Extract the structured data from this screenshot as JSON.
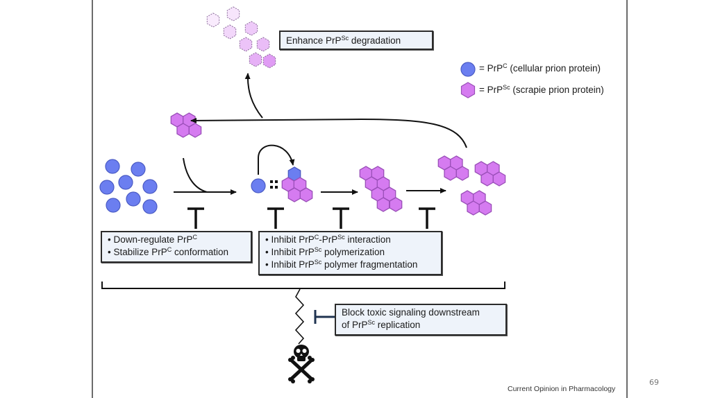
{
  "slide": {
    "page_number": "69",
    "credit": "Current Opinion in Pharmacology"
  },
  "legend": {
    "prpc": {
      "icon": "blue-circle-icon",
      "prefix": "= PrP",
      "sup": "C",
      "suffix": " (cellular prion protein)",
      "color": "#6b7ef0"
    },
    "prpsc": {
      "icon": "pink-hexagon-icon",
      "prefix": "= PrP",
      "sup": "Sc",
      "suffix": " (scrapie prion protein)",
      "color": "#d57bf0"
    }
  },
  "boxes": {
    "degradation": {
      "prefix": "Enhance PrP",
      "sup": "Sc",
      "suffix": " degradation"
    },
    "prpc_targets": {
      "line1": {
        "prefix": "• Down-regulate PrP",
        "sup": "C",
        "suffix": ""
      },
      "line2": {
        "prefix": "• Stabilize PrP",
        "sup": "C",
        "suffix": " conformation"
      }
    },
    "prpsc_targets": {
      "line1": {
        "prefix": "• Inhibit PrP",
        "sup": "C",
        "mid": "-PrP",
        "sup2": "Sc",
        "suffix": " interaction"
      },
      "line2": {
        "prefix": "• Inhibit PrP",
        "sup": "Sc",
        "suffix": " polymerization"
      },
      "line3": {
        "prefix": "• Inhibit PrP",
        "sup": "Sc",
        "suffix": " polymer fragmentation"
      }
    },
    "toxic": {
      "line1": "Block toxic signaling downstream",
      "line2": {
        "prefix": "of PrP",
        "sup": "Sc",
        "suffix": " replication"
      }
    }
  },
  "colors": {
    "prpc_fill": "#6b7ef0",
    "prpc_stroke": "#4a5bc4",
    "prpsc_fill": "#d57bf0",
    "prpsc_stroke": "#9a4fb8",
    "inhibitor_blue": "#1f3350"
  },
  "icons": {
    "toxicity": "skull-crossbones-icon"
  }
}
